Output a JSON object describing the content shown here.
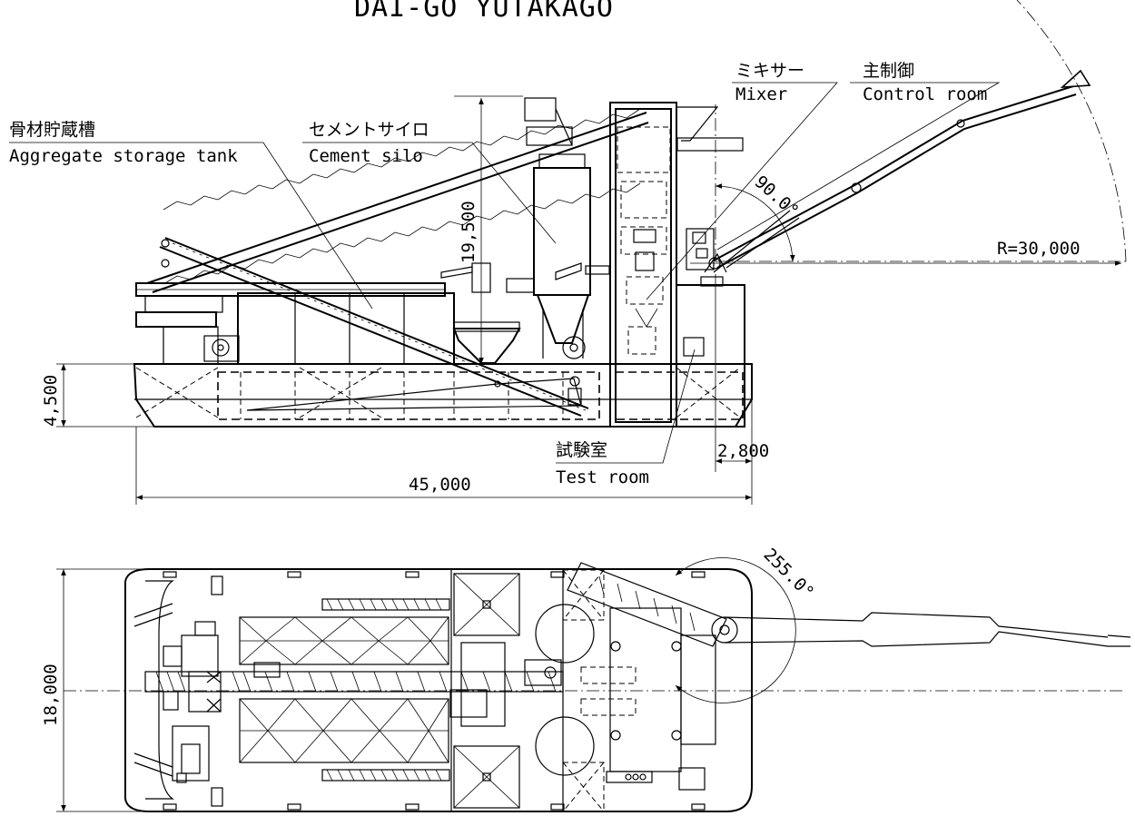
{
  "title": "DAI-GO YUTAKAGO",
  "labels": {
    "aggregate_jp": "骨材貯蔵槽",
    "aggregate_en": "Aggregate storage tank",
    "cement_jp": "セメントサイロ",
    "cement_en": "Cement silo",
    "mixer_jp": "ミキサー",
    "mixer_en": "Mixer",
    "control_jp": "主制御",
    "control_en": "Control room",
    "test_jp": "試験室",
    "test_en": "Test room"
  },
  "dimensions": {
    "height": "19,500",
    "depth": "4,500",
    "length": "45,000",
    "offset": "2,800",
    "beam": "18,000",
    "reach": "R=30,000",
    "boom_angle": "90.0°",
    "slew_angle": "255.0°"
  }
}
